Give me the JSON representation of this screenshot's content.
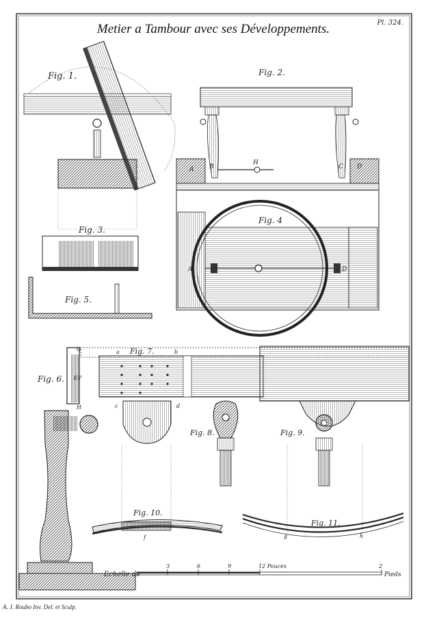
{
  "plate": {
    "title": "Metier a Tambour avec ses Développements.",
    "plate_number": "Pl. 324.",
    "credit": "A. J. Roubo Inv. Del. et Sculp."
  },
  "figures": {
    "fig1": "Fig. 1.",
    "fig2": "Fig. 2.",
    "fig3": "Fig. 3.",
    "fig4": "Fig. 4",
    "fig5": "Fig. 5.",
    "fig6": "Fig. 6.",
    "fig7": "Fig. 7.",
    "fig8": "Fig. 8.",
    "fig9": "Fig. 9.",
    "fig10": "Fig. 10.",
    "fig11": "Fig. 11."
  },
  "letters": {
    "A": "A",
    "B": "B",
    "C": "C",
    "D": "D",
    "H": "H",
    "A4": "A",
    "D4": "D",
    "G": "G",
    "EF": "EF",
    "H6": "H",
    "a": "a",
    "b": "b",
    "c": "c",
    "d": "d",
    "f": "f",
    "g": "g",
    "h": "h"
  },
  "scale": {
    "label": "Echelle de",
    "t3": "3",
    "t6": "6",
    "t9": "9",
    "t12": "12 Pouces",
    "t2": "2",
    "unit": "Pieds"
  },
  "colors": {
    "ink": "#222222",
    "hatch": "#555555",
    "paper": "#ffffff"
  }
}
